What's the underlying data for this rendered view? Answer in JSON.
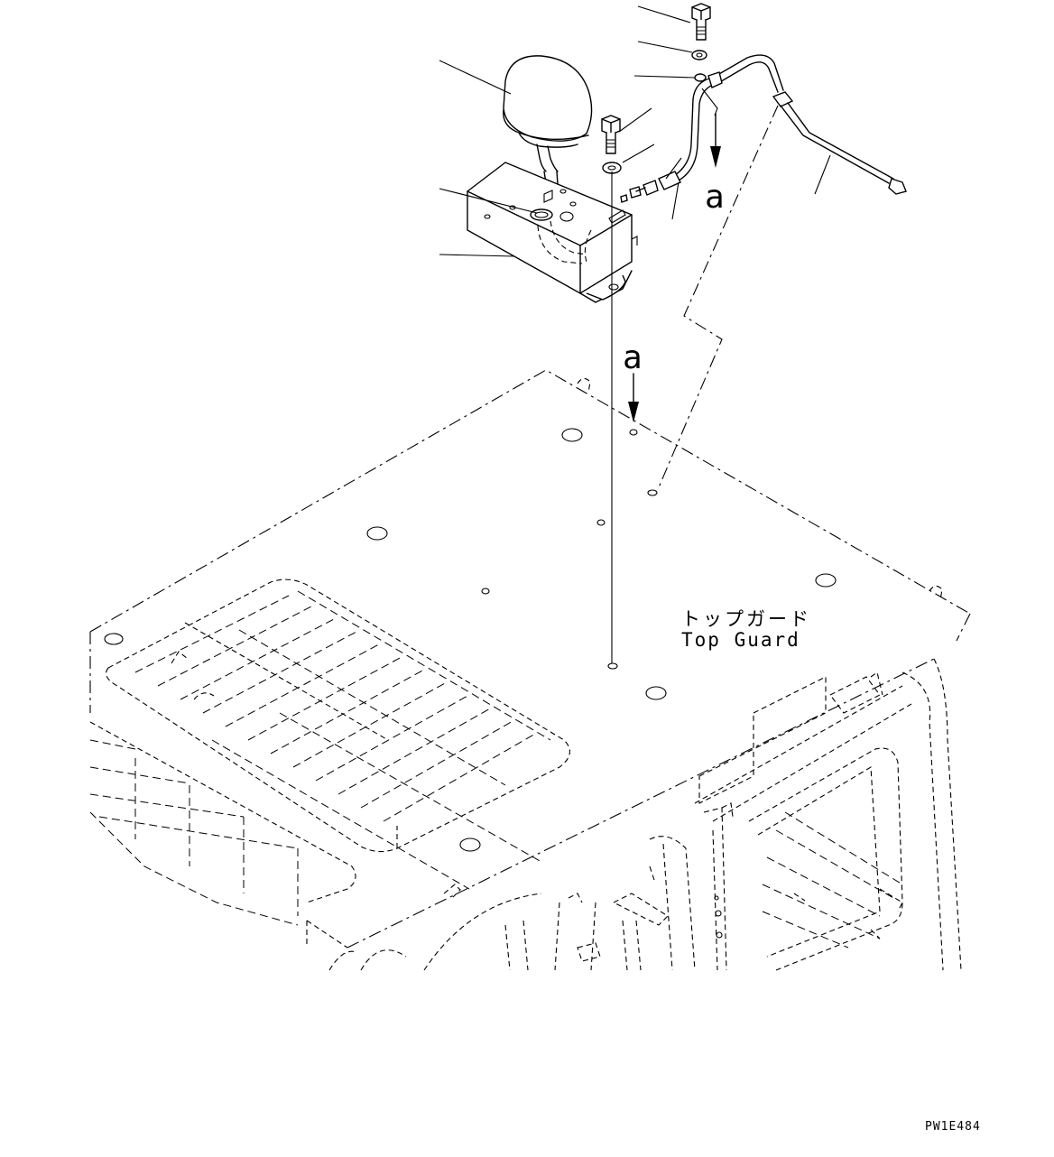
{
  "callouts": {
    "view_marker_top": "a",
    "view_marker_bottom": "a"
  },
  "part_label": {
    "japanese": "トップガード",
    "english": "Top Guard"
  },
  "drawing_code": "PW1E484"
}
